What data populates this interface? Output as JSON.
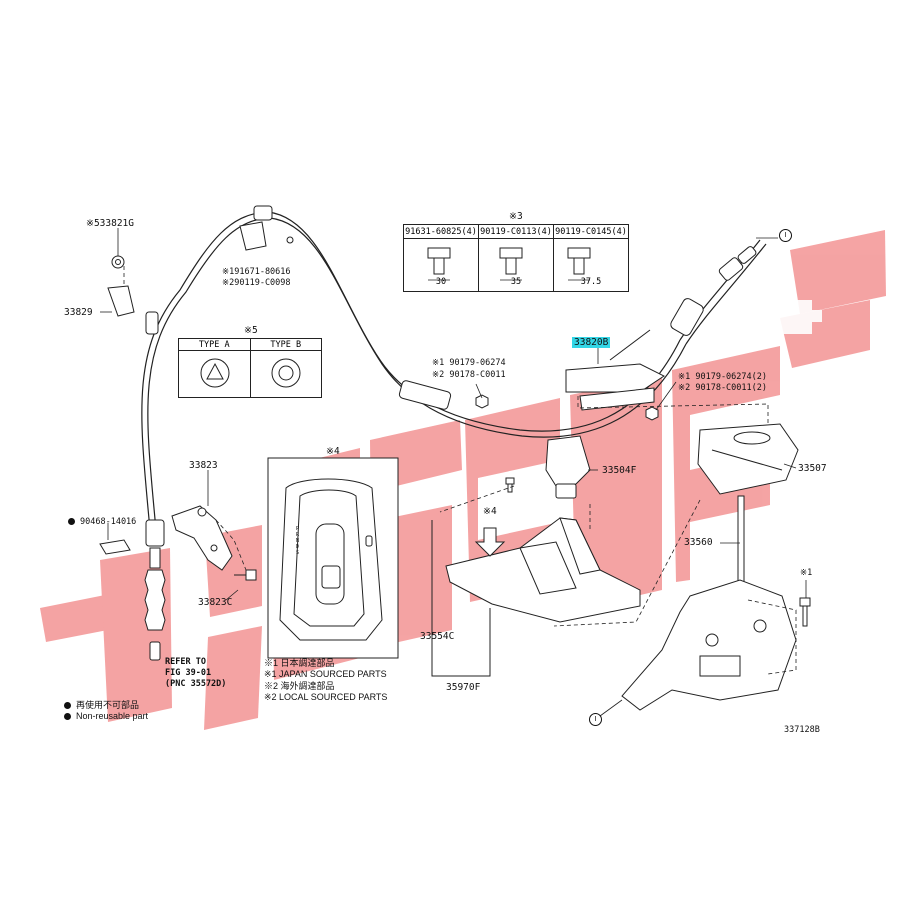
{
  "brand_colors": {
    "watermark": "#f28a8a",
    "highlight": "#33d6e6",
    "line": "#222222"
  },
  "table_bolts": {
    "group": "※3",
    "headers": [
      "91631-60825(4)",
      "90119-C0113(4)",
      "90119-C0145(4)"
    ],
    "lengths": [
      "30",
      "35",
      "37.5"
    ]
  },
  "table_type": {
    "group": "※5",
    "headers": [
      "TYPE A",
      "TYPE B"
    ]
  },
  "group4_mark": "※4",
  "group4_arrow": "※4",
  "callout_letter": "I",
  "callout_bolt_mark": "※1",
  "parts": {
    "p33821G": "※533821G",
    "p33829": "33829",
    "p91671a": "※191671-80616",
    "p91671b": "※290119-C0098",
    "p90179a": "※1 90179-06274",
    "p90178a": "※2 90178-C0011",
    "p33820B": "33820B",
    "p90179b": "※1 90179-06274(2)",
    "p90178b": "※2 90178-C0011(2)",
    "p33823": "33823",
    "p90468": "90468-14016",
    "p33823C": "33823C",
    "p33504F": "33504F",
    "p33507": "33507",
    "p33560": "33560",
    "p33554C": "33554C",
    "p35970F": "35970F",
    "refer1": "REFER TO",
    "refer2": "FIG 39-01",
    "refer3": "(PNC 35572D)",
    "diagram_no": "337128B"
  },
  "legend": {
    "l1": "※1 日本調達部品",
    "l2": "※1 JAPAN SOURCED PARTS",
    "l3": "※2 海外調達部品",
    "l4": "※2 LOCAL SOURCED PARTS"
  },
  "nonreuse": {
    "jp": "再使用不可部品",
    "en": "Non-reusable part"
  },
  "shift_pattern": [
    "P",
    "R",
    "N",
    "D",
    "S"
  ]
}
